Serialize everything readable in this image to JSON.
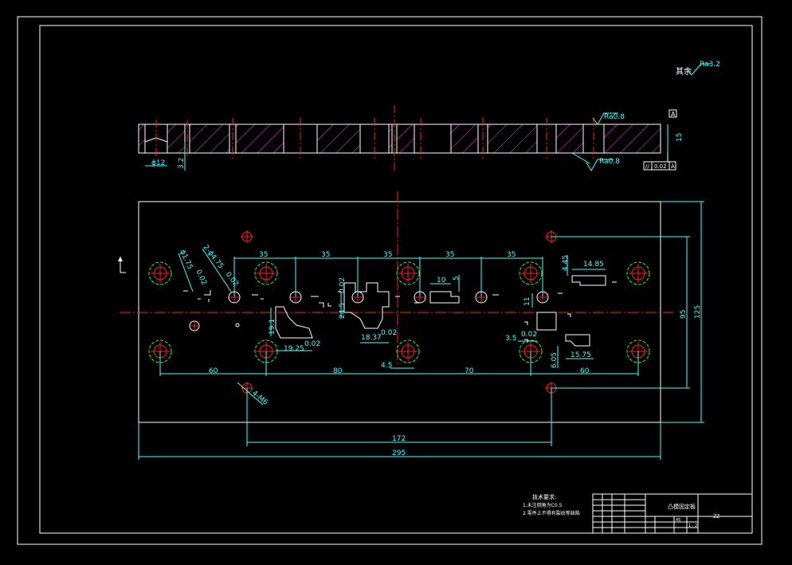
{
  "drawing": {
    "roughness_note": "其余",
    "roughness_symbol": "Ra3.2",
    "section_roughness_top": "Ra0.8",
    "section_roughness_bottom": "Ra0.8",
    "datum_label": "A",
    "parallel_tolerance": {
      "symbol": "//",
      "value": "0.02",
      "datum": "A"
    },
    "section_dims": {
      "hole_dia": "ϕ12",
      "depth": "3.2",
      "thickness": "15"
    },
    "top_dims": [
      "35",
      "35",
      "35",
      "35",
      "35"
    ],
    "bottom_dims": {
      "left": "60",
      "mid": "80",
      "small": "4.5",
      "right_mid": "70",
      "right": "60"
    },
    "overall": {
      "inner": "172",
      "width": "295",
      "height_outer": "125",
      "height_inner": "95"
    },
    "local_dims": {
      "d1": "10",
      "d2": "5",
      "d3": "24.5",
      "d3_tol": "0.02",
      "d4": "18.37",
      "d4_tol": "0.02",
      "d5": "19.1",
      "d6": "19.25",
      "d6_tol": "0.02",
      "d7": "11",
      "d8": "4.45",
      "d9": "14.85",
      "d10": "3.5",
      "d10_tol": "0.02",
      "d11": "6.05",
      "d12": "15.75"
    },
    "callouts": {
      "c1": "ϕ1.75",
      "c1_tol": "0.02",
      "c2": "2-ϕ4.75",
      "c2_tol": "0.02",
      "c3": "4-M6"
    },
    "tech_requirements": {
      "title": "技术要求:",
      "items": [
        "1.未注倒角为C0.5",
        "2.零件上不得有裂纹等缺陷"
      ]
    },
    "title_block": {
      "part_name": "凸模固定板",
      "material": "45",
      "sheet_label": "1 : 2",
      "drawing_no": "ZZ"
    }
  },
  "colors": {
    "frame": "#ffffff",
    "dim": "#44ffff",
    "center": "#ff2020",
    "hatch": "#ff44ff",
    "hole": "#ff2020",
    "green": "#20ff20"
  }
}
